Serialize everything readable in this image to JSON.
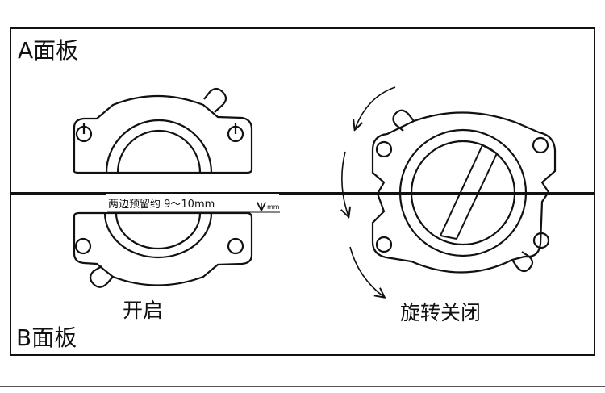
{
  "panels": {
    "top_label": "A面板",
    "bottom_label": "B面板"
  },
  "annotation": {
    "gap_text": "两边预留约 9～10mm",
    "unit_mark": "mm"
  },
  "states": {
    "open_label": "开启",
    "close_label": "旋转关闭"
  },
  "colors": {
    "line": "#111111",
    "background": "#ffffff"
  }
}
